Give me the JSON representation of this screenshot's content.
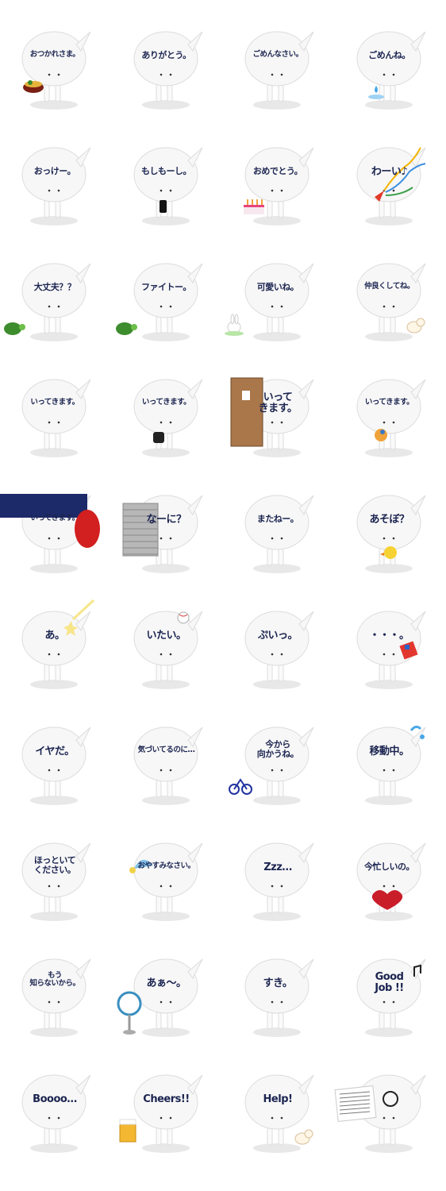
{
  "stickers": [
    {
      "text": "おつかれさま。",
      "prop": "bowl"
    },
    {
      "text": "ありがとう。",
      "prop": "none"
    },
    {
      "text": "ごめんなさい。",
      "prop": "none"
    },
    {
      "text": "ごめんね。",
      "prop": "tear"
    },
    {
      "text": "おっけー。",
      "prop": "none"
    },
    {
      "text": "もしもーし。",
      "prop": "phone"
    },
    {
      "text": "おめでとう。",
      "prop": "cake"
    },
    {
      "text": "わーい♪",
      "prop": "party"
    },
    {
      "text": "大丈夫？？",
      "prop": "turtle"
    },
    {
      "text": "ファイトー。",
      "prop": "turtle"
    },
    {
      "text": "可愛いね。",
      "prop": "rabbit"
    },
    {
      "text": "仲良くしてね。",
      "prop": "dog"
    },
    {
      "text": "いってきます。",
      "prop": "none"
    },
    {
      "text": "いってきます。",
      "prop": "bag"
    },
    {
      "text": "いって\nきます。",
      "prop": "door"
    },
    {
      "text": "いってきます。",
      "prop": "bird"
    },
    {
      "text": "いってきます。",
      "prop": "lantern"
    },
    {
      "text": "なーに？",
      "prop": "wall"
    },
    {
      "text": "またねー。",
      "prop": "none"
    },
    {
      "text": "あそぼ？",
      "prop": "chick"
    },
    {
      "text": "あ。",
      "prop": "star"
    },
    {
      "text": "いたい。",
      "prop": "ball"
    },
    {
      "text": "ぷいっ。",
      "prop": "none"
    },
    {
      "text": "・・・。",
      "prop": "cube"
    },
    {
      "text": "イヤだ。",
      "prop": "none"
    },
    {
      "text": "気づいてるのに…",
      "prop": "none"
    },
    {
      "text": "今から\n向かうね。",
      "prop": "bike"
    },
    {
      "text": "移動中。",
      "prop": "splash"
    },
    {
      "text": "ほっといて\nください。",
      "prop": "none"
    },
    {
      "text": "おやすみなさい。",
      "prop": "cap"
    },
    {
      "text": "Zzz…",
      "prop": "none"
    },
    {
      "text": "今忙しいの。",
      "prop": "heart"
    },
    {
      "text": "もう\n知らないから。",
      "prop": "none"
    },
    {
      "text": "あぁ～。",
      "prop": "fan"
    },
    {
      "text": "すき。",
      "prop": "none"
    },
    {
      "text": "Good\nJob !!",
      "prop": "note"
    },
    {
      "text": "Boooo…",
      "prop": "none"
    },
    {
      "text": "Cheers!!",
      "prop": "beer"
    },
    {
      "text": "Help!",
      "prop": "dog"
    },
    {
      "text": "",
      "prop": "paper"
    }
  ],
  "colors": {
    "ink": "#1b2450",
    "bubble": "#f7f7f7",
    "shadow": "#d9d9d9"
  }
}
